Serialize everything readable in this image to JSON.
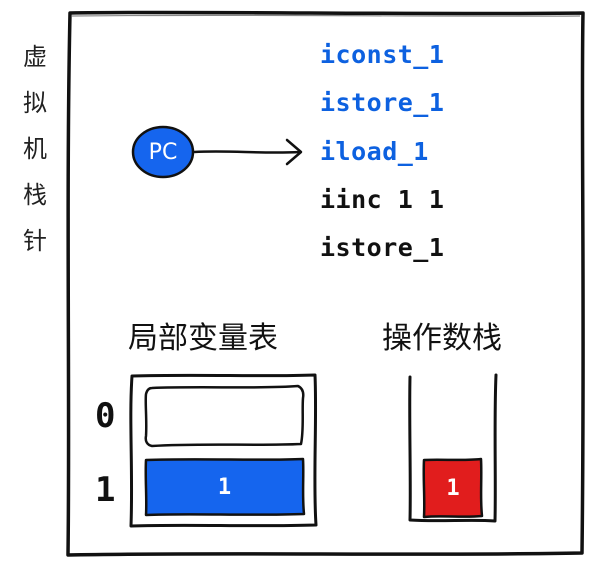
{
  "side_label": [
    "虚",
    "拟",
    "机",
    "栈",
    "针"
  ],
  "pc": {
    "label": "PC"
  },
  "instructions": [
    {
      "text": "iconst_1",
      "executed": true
    },
    {
      "text": "istore_1",
      "executed": true
    },
    {
      "text": "iload_1",
      "executed": true
    },
    {
      "text": "iinc 1 1",
      "executed": false
    },
    {
      "text": "istore_1",
      "executed": false
    }
  ],
  "local_vars": {
    "title": "局部变量表",
    "slots": [
      {
        "index": "0",
        "value": ""
      },
      {
        "index": "1",
        "value": "1"
      }
    ]
  },
  "operand_stack": {
    "title": "操作数栈",
    "items": [
      "1"
    ]
  },
  "colors": {
    "executed": "#0d61e0",
    "pending": "#111111",
    "pc_fill": "#1565ee",
    "slot_fill": "#1565ee",
    "stack_fill": "#e11d1d",
    "stroke": "#111111"
  }
}
